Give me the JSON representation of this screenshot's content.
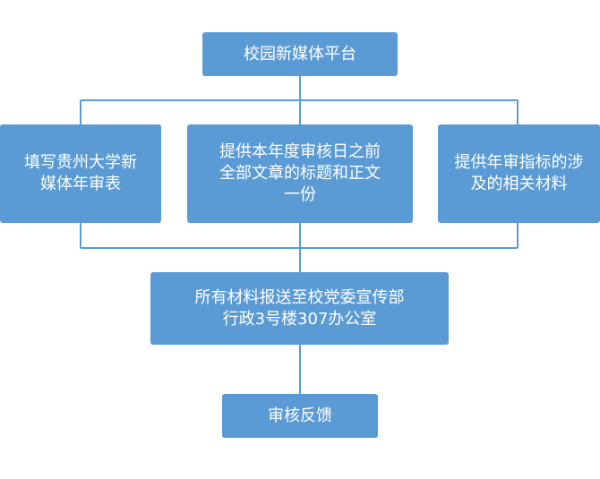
{
  "diagram": {
    "top": {
      "label": "校园新媒体平台"
    },
    "branches": [
      {
        "label": "填写贵州大学新\n媒体年审表"
      },
      {
        "label": "提供本年度审核日之前\n全部文章的标题和正文\n一份"
      },
      {
        "label": "提供年审指标的涉\n及的相关材料"
      }
    ],
    "submit": {
      "label": "所有材料报送至校党委宣传部\n行政3号楼307办公室"
    },
    "final": {
      "label": "审核反馈"
    }
  },
  "colors": {
    "box_fill": "#5b9bd5",
    "connector": "#5b9bd5",
    "text": "#ffffff"
  }
}
